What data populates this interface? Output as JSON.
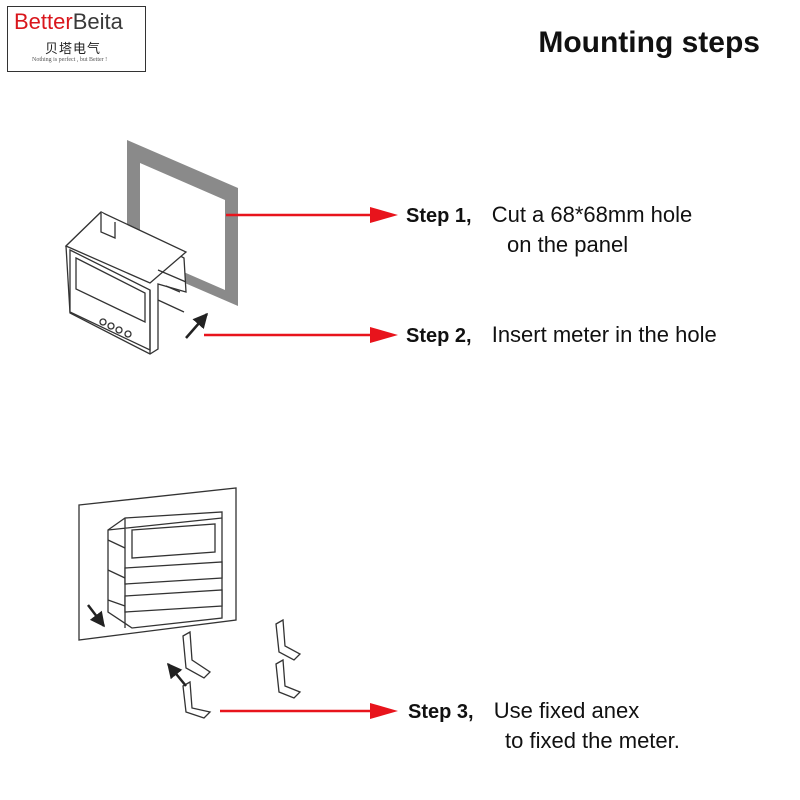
{
  "logo": {
    "name_part1": "Better",
    "name_part2": "Beita",
    "chinese": "贝塔电气",
    "slogan": "Nothing is perfect , but Better !"
  },
  "title": "Mounting steps",
  "steps": [
    {
      "label": "Step 1,",
      "line1": "Cut a 68*68mm hole",
      "line2": "on the panel"
    },
    {
      "label": "Step 2,",
      "line1": "Insert meter in the hole",
      "line2": ""
    },
    {
      "label": "Step 3,",
      "line1": "Use fixed anex",
      "line2": "to fixed the meter."
    }
  ],
  "colors": {
    "arrow": "#e8141c",
    "panel": "#7a7a7a",
    "logo_accent": "#d9161c"
  }
}
